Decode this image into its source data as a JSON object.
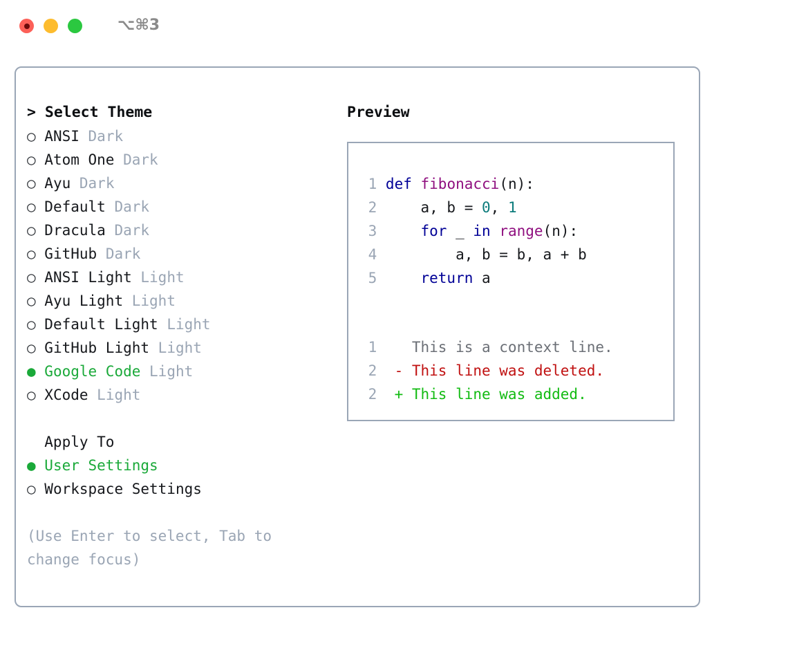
{
  "window": {
    "traffic_lights": [
      {
        "name": "close",
        "color": "#fc6058",
        "state": "recording"
      },
      {
        "name": "minimize",
        "color": "#fdbc2e",
        "state": "normal"
      },
      {
        "name": "maximize",
        "color": "#2bc840",
        "state": "normal"
      }
    ],
    "shortcut_label": "⌥⌘3"
  },
  "theme_panel": {
    "header_prompt": "> ",
    "header": "Select Theme",
    "marker_selected": "●",
    "marker_unselected": "○",
    "selected_theme": "Google Code",
    "accent_color": "#1aa939",
    "tag_color": "#9aa5b4",
    "items": [
      {
        "name": "ANSI",
        "tag": "Dark",
        "selected": false
      },
      {
        "name": "Atom One",
        "tag": "Dark",
        "selected": false
      },
      {
        "name": "Ayu",
        "tag": "Dark",
        "selected": false
      },
      {
        "name": "Default",
        "tag": "Dark",
        "selected": false
      },
      {
        "name": "Dracula",
        "tag": "Dark",
        "selected": false
      },
      {
        "name": "GitHub",
        "tag": "Dark",
        "selected": false
      },
      {
        "name": "ANSI Light",
        "tag": "Light",
        "selected": false
      },
      {
        "name": "Ayu Light",
        "tag": "Light",
        "selected": false
      },
      {
        "name": "Default Light",
        "tag": "Light",
        "selected": false
      },
      {
        "name": "GitHub Light",
        "tag": "Light",
        "selected": false
      },
      {
        "name": "Google Code",
        "tag": "Light",
        "selected": true
      },
      {
        "name": "XCode",
        "tag": "Light",
        "selected": false
      }
    ]
  },
  "apply_to": {
    "label": "Apply To",
    "selected": "User Settings",
    "options": [
      {
        "label": "User Settings",
        "selected": true
      },
      {
        "label": "Workspace Settings",
        "selected": false
      }
    ]
  },
  "hint": "(Use Enter to select, Tab to change focus)",
  "preview": {
    "header": "Preview",
    "code_lines": [
      {
        "number": "1",
        "tokens": [
          {
            "t": "def",
            "c": "kw"
          },
          {
            "t": " ",
            "c": "txt"
          },
          {
            "t": "fibonacci",
            "c": "fn"
          },
          {
            "t": "(n):",
            "c": "txt"
          }
        ]
      },
      {
        "number": "2",
        "tokens": [
          {
            "t": "    a, b = ",
            "c": "txt"
          },
          {
            "t": "0",
            "c": "num"
          },
          {
            "t": ", ",
            "c": "txt"
          },
          {
            "t": "1",
            "c": "num"
          }
        ]
      },
      {
        "number": "3",
        "tokens": [
          {
            "t": "    ",
            "c": "txt"
          },
          {
            "t": "for",
            "c": "kw"
          },
          {
            "t": " _ ",
            "c": "txt"
          },
          {
            "t": "in",
            "c": "kw"
          },
          {
            "t": " ",
            "c": "txt"
          },
          {
            "t": "range",
            "c": "fn"
          },
          {
            "t": "(n):",
            "c": "txt"
          }
        ]
      },
      {
        "number": "4",
        "tokens": [
          {
            "t": "        a, b = b, a + b",
            "c": "txt"
          }
        ]
      },
      {
        "number": "5",
        "tokens": [
          {
            "t": "    ",
            "c": "txt"
          },
          {
            "t": "return",
            "c": "kw"
          },
          {
            "t": " a",
            "c": "txt"
          }
        ]
      }
    ],
    "diff_lines": [
      {
        "number": "1",
        "sign": " ",
        "text": "This is a context line.",
        "kind": "ctx"
      },
      {
        "number": "2",
        "sign": "-",
        "text": "This line was deleted.",
        "kind": "del"
      },
      {
        "number": "2",
        "sign": "+",
        "text": "This line was added.",
        "kind": "add"
      }
    ]
  }
}
